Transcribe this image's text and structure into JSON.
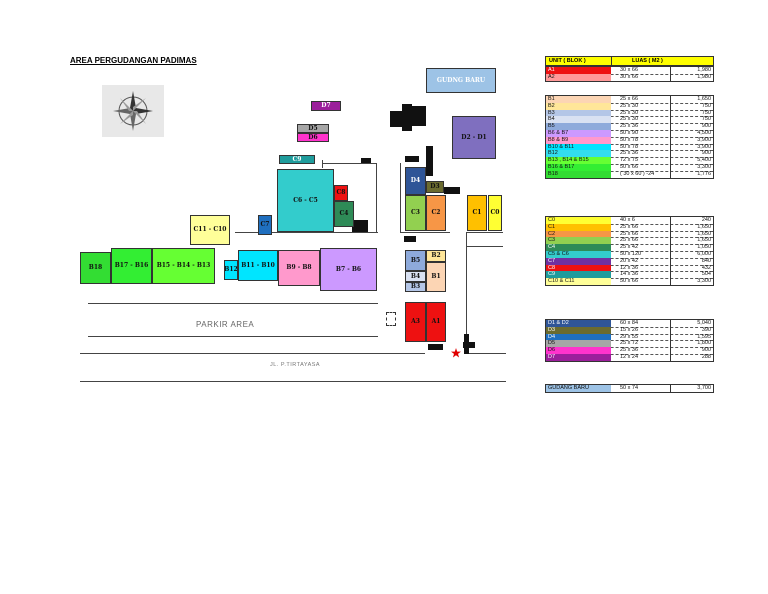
{
  "map": {
    "title": "AREA PERGUDANGAN PADIMAS",
    "parkir_label": "PARKIR AREA",
    "jalan_label": "JL. P.TIRTAYASA",
    "compass_icon": "compass-rose-icon",
    "entrance_icon": "star-marker-icon",
    "blocks": {
      "gudang_baru": "GUDNG BARU",
      "d7": "D7",
      "d5": "D5",
      "d6": "D6",
      "d2_d1": "D2 - D1",
      "c9": "C9",
      "c8": "C8",
      "c6_c5": "C6 - C5",
      "c4": "C4",
      "c7": "C7",
      "c11_c10": "C11 - C10",
      "d4": "D4",
      "d3": "D3",
      "c3": "C3",
      "c2": "C2",
      "c1": "C1",
      "c0": "C0",
      "b18": "B18",
      "b17_b16": "B17 - B16",
      "b15_b13": "B15 - B14 - B13",
      "b12": "B12",
      "b11_b10": "B11 - B10",
      "b9_b8": "B9 - B8",
      "b7_b6": "B7 - B6",
      "b5": "B5",
      "b2": "B2",
      "b4": "B4",
      "b1": "B1",
      "b3": "B3",
      "a3": "A3",
      "a1": "A1"
    },
    "colors": {
      "gudang_baru": "#9dc3e6",
      "d7": "#9b1f9b",
      "d5": "#a6a6a6",
      "d6": "#ff33cc",
      "d2_d1": "#7f6fbf",
      "c9": "#1f9c9c",
      "c8": "#ee1111",
      "c6_c5": "#33cccc",
      "c4": "#2e8b57",
      "c7": "#1f6fbf",
      "c11_c10": "#ffff99",
      "d4": "#2f5597",
      "d3": "#6b6b2f",
      "c3": "#92d050",
      "c2": "#f79646",
      "c1": "#ffc000",
      "c0": "#ffff33",
      "b18": "#33dd33",
      "b17_b16": "#33ee33",
      "b15_b13": "#66ff33",
      "b12": "#00e5ff",
      "b11_b10": "#00e5ff",
      "b9_b8": "#ff99cc",
      "b7_b6": "#cc99ff",
      "b5": "#8eaadb",
      "b2": "#ffe699",
      "b4": "#d9e1f2",
      "b1": "#fcd5b4",
      "b3": "#b4c6e7",
      "a3": "#ee1111",
      "a1": "#ee1111"
    }
  },
  "legend": {
    "header_unit": "UNIT ( BLOK )",
    "header_luas": "LUAS ( M2 )",
    "group_a": [
      {
        "unit": "A1",
        "dim": "30  x  66",
        "area": "1,980",
        "color": "#ee1111"
      },
      {
        "unit": "A2",
        "dim": "30  x  66",
        "area": "1,980",
        "color": "#ff9999"
      }
    ],
    "group_b": [
      {
        "unit": "B1",
        "dim": "25  x  66",
        "area": "1,650",
        "color": "#fcd5b4"
      },
      {
        "unit": "B2",
        "dim": "25  x  30",
        "area": "750",
        "color": "#ffe699"
      },
      {
        "unit": "B3",
        "dim": "25  x  30",
        "area": "750",
        "color": "#b4c6e7"
      },
      {
        "unit": "B4",
        "dim": "25  x  30",
        "area": "750",
        "color": "#d9e1f2"
      },
      {
        "unit": "B5",
        "dim": "25  x  36",
        "area": "900",
        "color": "#8eaadb"
      },
      {
        "unit": "B6 & B7",
        "dim": "50  x  90",
        "area": "4,500",
        "color": "#cc99ff"
      },
      {
        "unit": "B8 & B9",
        "dim": "50  x  78",
        "area": "3,900",
        "color": "#ff99cc"
      },
      {
        "unit": "B10 & B11",
        "dim": "50  x  78",
        "area": "3,900",
        "color": "#00e5ff"
      },
      {
        "unit": "B12",
        "dim": "25  x  36",
        "area": "900",
        "color": "#33ddee"
      },
      {
        "unit": "B13 , B14 & B15",
        "dim": "72  x  75",
        "area": "5,400",
        "color": "#66ff33"
      },
      {
        "unit": "B16 & B17",
        "dim": "50  x  66",
        "area": "3,300",
        "color": "#33ee33"
      },
      {
        "unit": "B18",
        "dim": "( 30  x  60 ) -24",
        "area": "1,776",
        "color": "#33dd33"
      }
    ],
    "group_c": [
      {
        "unit": "C0",
        "dim": "40  x  6",
        "area": "240",
        "color": "#ffff33"
      },
      {
        "unit": "C1",
        "dim": "25  x  66",
        "area": "1,650",
        "color": "#ffc000"
      },
      {
        "unit": "C2",
        "dim": "25  x  66",
        "area": "1,650",
        "color": "#f79646"
      },
      {
        "unit": "C3",
        "dim": "25  x  66",
        "area": "1,650",
        "color": "#92d050"
      },
      {
        "unit": "C4",
        "dim": "25  x  42",
        "area": "1,050",
        "color": "#2e8b57"
      },
      {
        "unit": "C5 & C6",
        "dim": "50  x  120",
        "area": "6,000",
        "color": "#33cccc"
      },
      {
        "unit": "C7",
        "dim": "20  x  42",
        "area": "840",
        "color": "#7030a0"
      },
      {
        "unit": "C8",
        "dim": "12  x  36",
        "area": "432",
        "color": "#ee1111"
      },
      {
        "unit": "C9",
        "dim": "14  x  36",
        "area": "504",
        "color": "#1f9c9c"
      },
      {
        "unit": "C10 & C11",
        "dim": "50  x  66",
        "area": "3,300",
        "color": "#ffff99"
      }
    ],
    "group_d": [
      {
        "unit": "D1 & D2",
        "dim": "60  x  84",
        "area": "5,040",
        "color": "#2f5597"
      },
      {
        "unit": "D3",
        "dim": "15  x  26",
        "area": "390",
        "color": "#6b6b2f"
      },
      {
        "unit": "D4",
        "dim": "29  x  55",
        "area": "1,595",
        "color": "#1f6fbf"
      },
      {
        "unit": "D5",
        "dim": "25  x  72",
        "area": "1,800",
        "color": "#a6a6a6"
      },
      {
        "unit": "D6",
        "dim": "25  x  36",
        "area": "900",
        "color": "#ff33cc"
      },
      {
        "unit": "D7",
        "dim": "12  x  24",
        "area": "288",
        "color": "#9b1f9b"
      }
    ],
    "group_g": [
      {
        "unit": "GUDANG BARU",
        "dim": "50  x  74",
        "area": "3,700",
        "color": "#9dc3e6"
      }
    ]
  }
}
